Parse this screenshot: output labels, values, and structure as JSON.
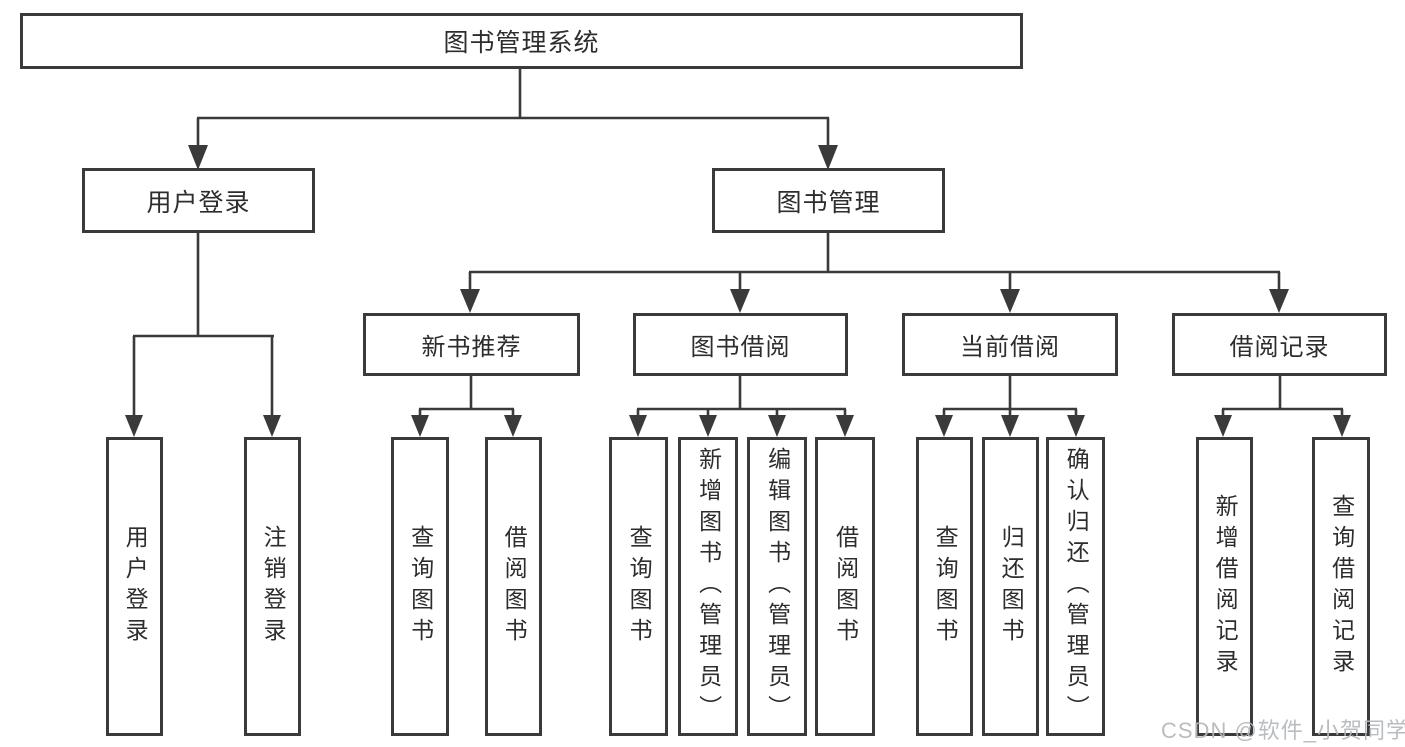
{
  "nodes": {
    "root": "图书管理系统",
    "level2": {
      "user_login": "用户登录",
      "book_management": "图书管理"
    },
    "level3": {
      "new_book": "新书推荐",
      "book_borrow": "图书借阅",
      "current_borrow": "当前借阅",
      "borrow_records": "借阅记录"
    },
    "leaves": {
      "user_login": [
        "用户登录",
        "注销登录"
      ],
      "new_book": [
        "查询图书",
        "借阅图书"
      ],
      "book_borrow": [
        "查询图书",
        "新增图书（管理员）",
        "编辑图书（管理员）",
        "借阅图书"
      ],
      "current_borrow": [
        "查询图书",
        "归还图书",
        "确认归还（管理员）"
      ],
      "borrow_records": [
        "新增借阅记录",
        "查询借阅记录"
      ]
    }
  },
  "watermark": {
    "text": "CSDN @软件_小贺同学"
  },
  "colors": {
    "line": "#3a3a3a",
    "text": "#2d2d2d",
    "watermark": "#b4b7bb",
    "background": "#ffffff"
  }
}
